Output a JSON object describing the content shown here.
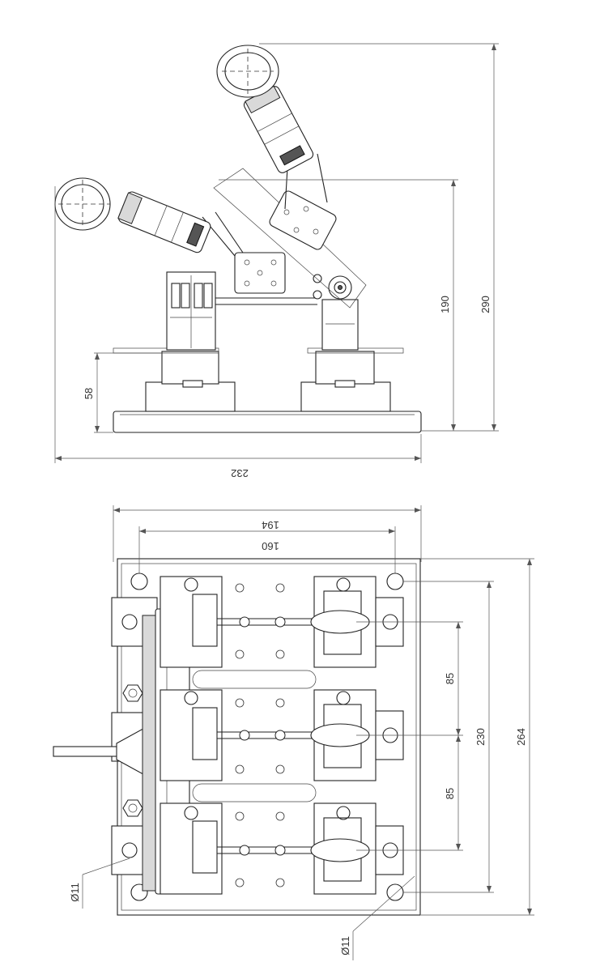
{
  "dimensions": {
    "top_view": {
      "width_label": "232",
      "height_190": "190",
      "height_290": "290",
      "base_58": "58"
    },
    "bottom_view": {
      "width_194": "194",
      "width_160": "160",
      "pitch_85_upper": "85",
      "pitch_85_lower": "85",
      "height_230": "230",
      "height_264": "264",
      "hole_dia_left": "Ø11",
      "hole_dia_bottom": "Ø11"
    }
  }
}
